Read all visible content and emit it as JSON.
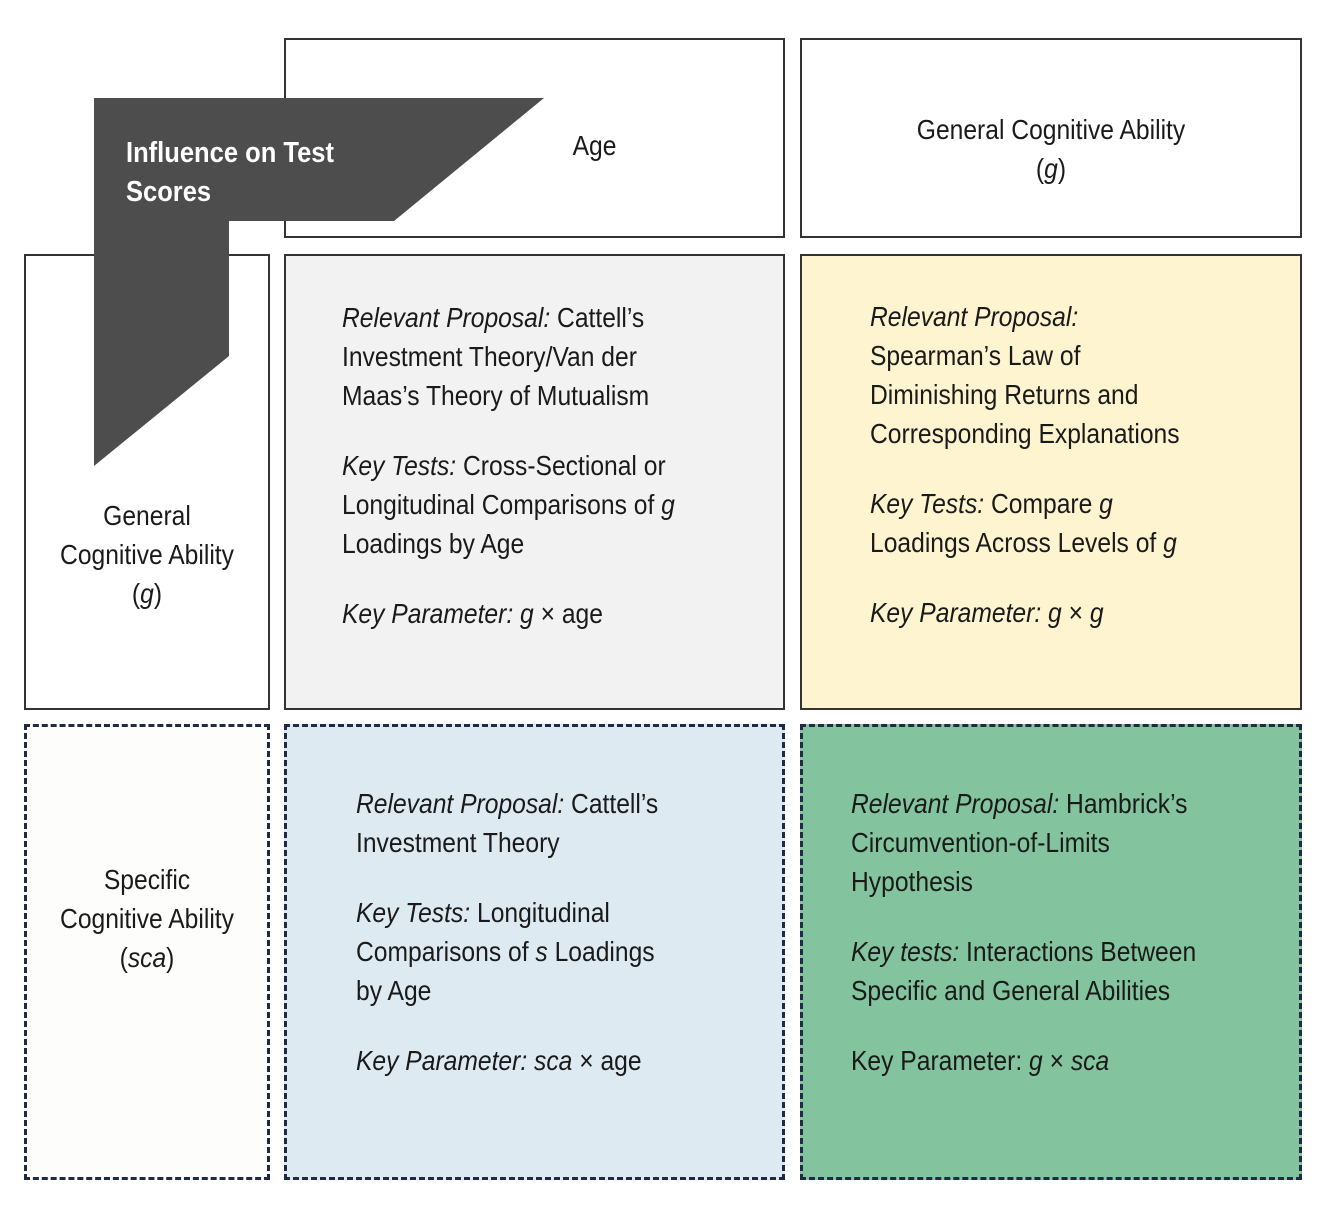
{
  "banner": {
    "line1": "Influence on Test",
    "line2": "Scores"
  },
  "columns": {
    "age": "Age",
    "g": {
      "line1": "General Cognitive Ability",
      "symbol": "g"
    }
  },
  "rows": {
    "g": {
      "line1": "General",
      "line2": "Cognitive Ability",
      "symbol": "g"
    },
    "sca": {
      "line1": "Specific",
      "line2": "Cognitive Ability",
      "symbol": "sca"
    }
  },
  "cells": {
    "g_age": {
      "proposal_label": "Relevant Proposal:",
      "proposal_l1": "Cattell’s",
      "proposal_l2": "Investment Theory/Van der",
      "proposal_l3": "Maas’s Theory of Mutualism",
      "tests_label": "Key Tests:",
      "tests_l1": "Cross-Sectional or",
      "tests_l2": "Longitudinal Comparisons of",
      "tests_l2_sym": "g",
      "tests_l3": "Loadings by Age",
      "param_label": "Key Parameter:",
      "param_sym": "g",
      "param_op": "×",
      "param_rest": "age"
    },
    "g_g": {
      "proposal_label": "Relevant Proposal:",
      "proposal_l1": "Spearman’s Law of",
      "proposal_l2": "Diminishing Returns and",
      "proposal_l3": "Corresponding Explanations",
      "tests_label": "Key Tests:",
      "tests_l1": "Compare",
      "tests_l1_sym": "g",
      "tests_l2": "Loadings Across Levels of",
      "tests_l2_sym": "g",
      "param_label": "Key Parameter:",
      "param_sym": "g",
      "param_op": "×",
      "param_sym2": "g"
    },
    "sca_age": {
      "proposal_label": "Relevant Proposal:",
      "proposal_l1": "Cattell’s",
      "proposal_l2": "Investment Theory",
      "tests_label": "Key Tests:",
      "tests_l1": "Longitudinal",
      "tests_l2a": "Comparisons of",
      "tests_l2_sym": "s",
      "tests_l2b": "Loadings",
      "tests_l3": "by Age",
      "param_label": "Key Parameter:",
      "param_sym": "sca",
      "param_op": "×",
      "param_rest": "age"
    },
    "sca_g": {
      "proposal_label": "Relevant Proposal:",
      "proposal_l1": "Hambrick’s",
      "proposal_l2": "Circumvention-of-Limits",
      "proposal_l3": "Hypothesis",
      "tests_label": "Key tests:",
      "tests_l1": "Interactions Between",
      "tests_l2": "Specific and General Abilities",
      "param_label": "Key Parameter:",
      "param_sym": "g",
      "param_op": "×",
      "param_sym2": "sca"
    }
  },
  "colors": {
    "banner": "#4d4d4d",
    "cell_g_age": "#f2f2f2",
    "cell_g_g": "#fef4cf",
    "cell_sca_age": "#deeaf2",
    "cell_sca_g": "#83c49e",
    "cell_sca_row": "#fdfdfb"
  }
}
